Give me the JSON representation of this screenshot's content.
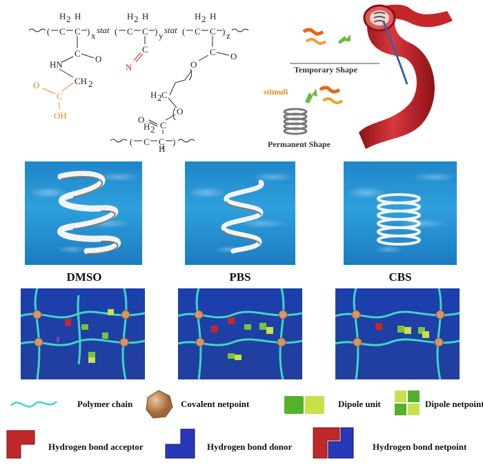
{
  "chemistry": {
    "h2": "H",
    "sub2": "2",
    "h": "H",
    "c": "C",
    "stat": "stat",
    "x": "x",
    "y": "y",
    "z": "z",
    "hn": "HN",
    "n": "N",
    "o": "O",
    "oh": "OH",
    "ch2": "CH",
    "h2c": "H",
    "h2c_c": "C"
  },
  "shape": {
    "temporary": "Temporary Shape",
    "stimuli": "stimuli",
    "permanent": "Permanent Shape"
  },
  "solvents": [
    "DMSO",
    "PBS",
    "CBS"
  ],
  "legend": {
    "polymer_chain": "Polymer chain",
    "covalent_netpoint": "Covalent netpoint",
    "dipole_unit": "Dipole unit",
    "dipole_netpoint": "Dipole netpoint",
    "hb_acceptor": "Hydrogen bond acceptor",
    "hb_donor": "Hydrogen bond donor",
    "hb_netpoint": "Hydrogen bond netpoint"
  },
  "colors": {
    "chain": "#3fd6c4",
    "acid": "#d98b1f",
    "nitrile": "#d42a1d",
    "vessel": "#c3262b",
    "network_bg": "#1c3fae"
  }
}
